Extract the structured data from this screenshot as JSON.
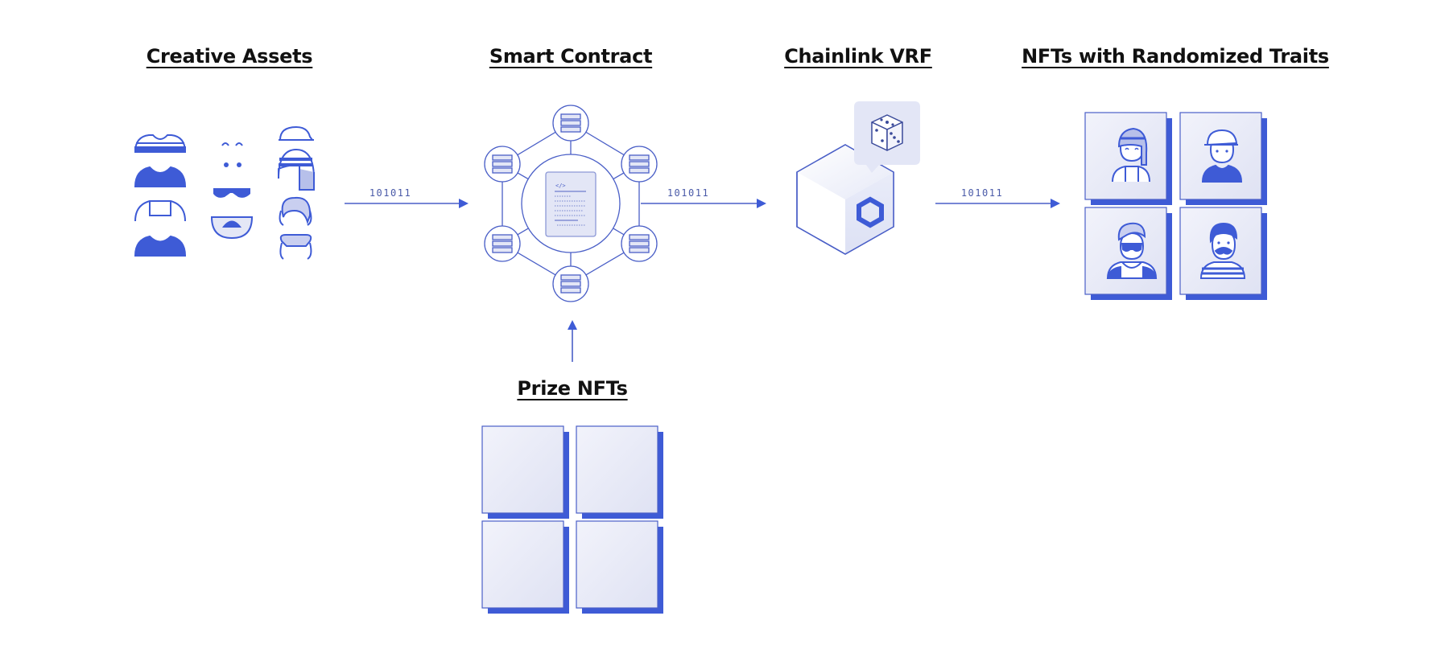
{
  "sections": {
    "creative_assets": "Creative Assets",
    "smart_contract": "Smart Contract",
    "chainlink_vrf": "Chainlink VRF",
    "nfts_randomized": "NFTs with Randomized Traits",
    "prize_nfts": "Prize NFTs"
  },
  "arrows": {
    "assets_to_contract": "101011",
    "contract_to_vrf": "101011",
    "vrf_to_nfts": "101011"
  },
  "colors": {
    "accent": "#3e5bd6",
    "line": "#4a5fc7",
    "card_fill": "#e9ebf7",
    "text": "#111111"
  },
  "icons": [
    "avatar-part-icon",
    "server-node-icon",
    "code-document-icon",
    "hexagon-cube-icon",
    "dice-icon",
    "avatar-card-icon",
    "nft-card-icon"
  ]
}
